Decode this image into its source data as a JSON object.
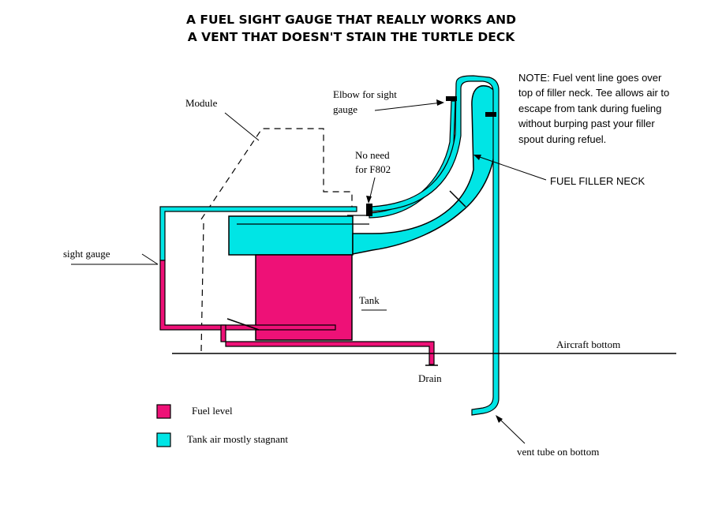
{
  "title": {
    "line1": "A FUEL SIGHT GAUGE THAT REALLY WORKS AND",
    "line2": "A VENT THAT DOESN'T STAIN THE TURTLE DECK"
  },
  "note": {
    "lines": [
      "NOTE:  Fuel vent line goes over",
      "top of filler neck.  Tee allows air to",
      "escape from tank during fueling",
      "without burping past your filler",
      "spout during refuel."
    ]
  },
  "labels": {
    "module": "Module",
    "elbow_line1": "Elbow for sight",
    "elbow_line2": "gauge",
    "no_need_line1": "No need",
    "no_need_line2": "for F802",
    "filler_neck": "FUEL FILLER NECK",
    "sight_gauge": "sight gauge",
    "tank": "Tank",
    "aircraft_bottom": "Aircraft bottom",
    "drain": "Drain",
    "vent_tube": "vent tube on bottom"
  },
  "legend": {
    "items": [
      {
        "label": "Fuel level",
        "color": "#ee1177"
      },
      {
        "label": "Tank air mostly stagnant",
        "color": "#00e5e5"
      }
    ]
  },
  "colors": {
    "fuel": "#ee1177",
    "air": "#00e5e5",
    "outline": "#000000"
  }
}
